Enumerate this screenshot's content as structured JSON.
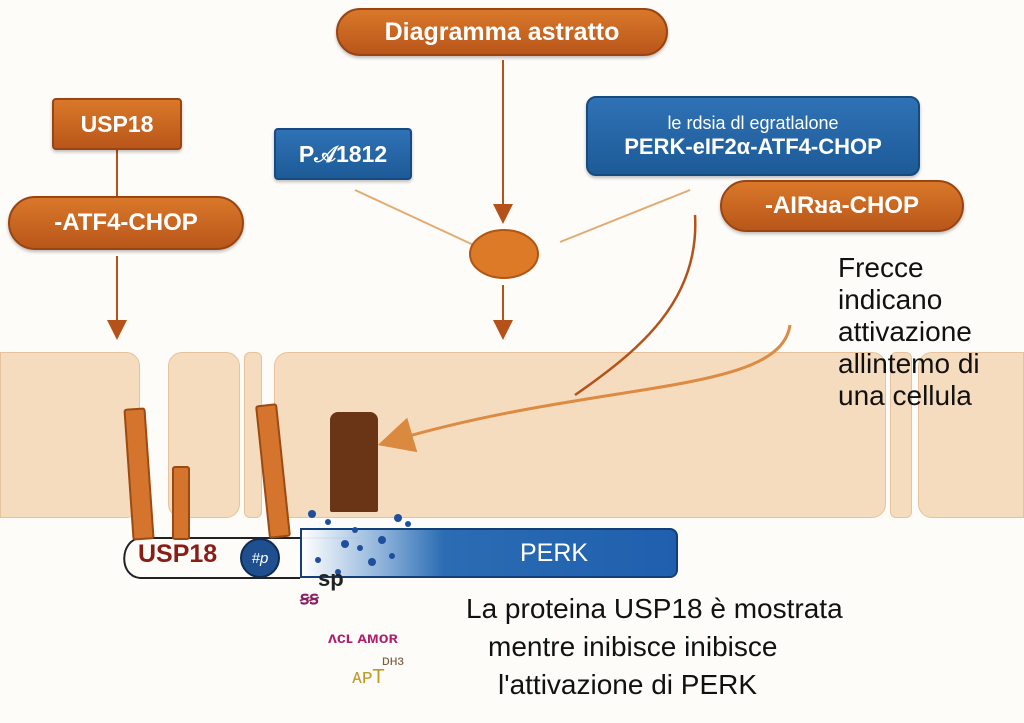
{
  "boxes": {
    "top": "Diagramma astratto",
    "usp18": "USP18",
    "atf4_chop": "-ATF4-CHOP",
    "blue_left": "P𝒜1812",
    "pathway_line1": "le rdsia dl egratlalone",
    "pathway_line2": "PERK-eIF2α-ATF4-CHOP",
    "right_orange": "-AIRᴚa-CHOP"
  },
  "annotation_arrows": {
    "line1": "Frecce",
    "line2": "indicano",
    "line3": "attivazione",
    "line4": "allintemo di",
    "line5": "una cellula"
  },
  "membrane_labels": {
    "usp18": "USP18",
    "perk": "PERK",
    "small_marker": "#p"
  },
  "caption": {
    "line1": "La proteina USP18 è mostrata",
    "line2": "mentre inibisce inibisce",
    "line3": "l'attivazione di PERK"
  },
  "scribble": {
    "a": "sp",
    "b": "ꞩꞩ",
    "c": "ᴧᴄʟ ᴀᴍᴏʀ",
    "d": "ᴅʜɜ",
    "e": "ᴀᴘТ"
  },
  "colors": {
    "orange": "#c8651f",
    "blue": "#2060a8",
    "membrane": "#f6dcbe",
    "arrow": "#b5521a",
    "perk_blue": "#1f5fae"
  }
}
